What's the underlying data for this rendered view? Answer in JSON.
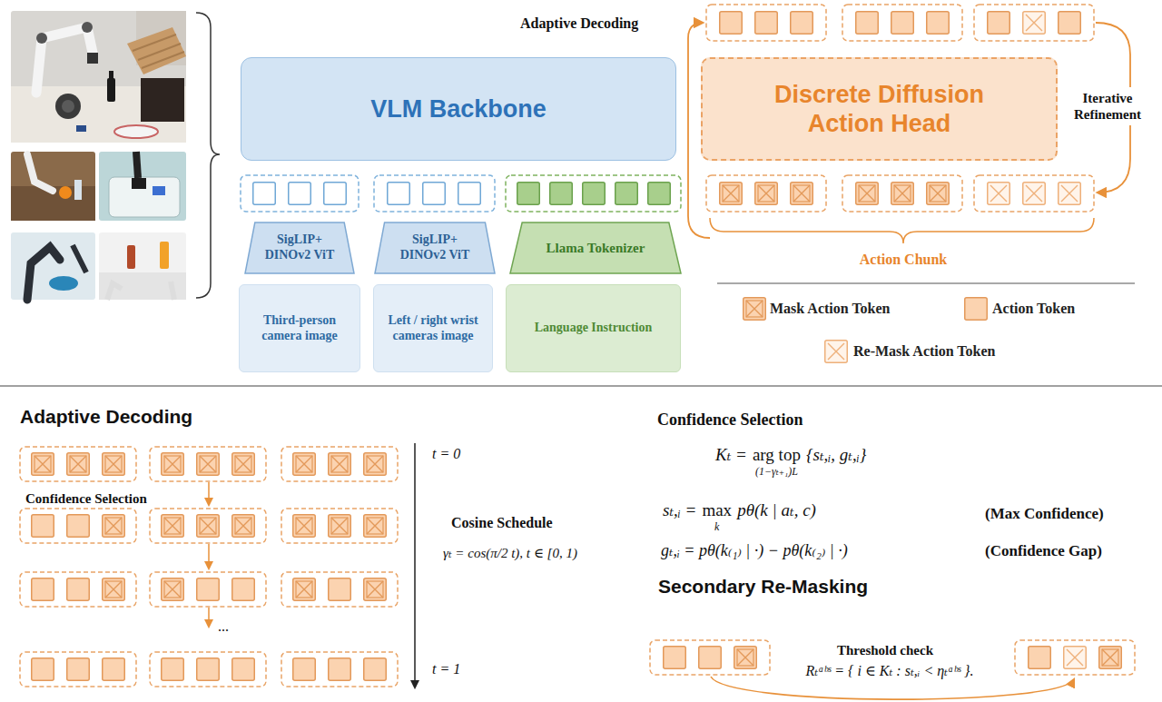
{
  "diagram": {
    "nodes": [
      {
        "text": [
          "VLM Backbone"
        ]
      },
      {
        "text": [
          "Discrete Diffusion Action Head"
        ]
      },
      {
        "text": [
          "SigLIP+ DINOv2 ViT"
        ]
      },
      {
        "text": [
          "SigLIP+ DINOv2 ViT"
        ]
      },
      {
        "text": [
          "Llama Tokenizer"
        ]
      },
      {
        "text": [
          "Third-person camera image"
        ]
      },
      {
        "text": [
          "Left / right wrist cameras image"
        ]
      },
      {
        "text": [
          "Language Instruction"
        ]
      }
    ],
    "labels": [
      "Adaptive Decoding",
      "Iterative Refinement",
      "Action Chunk",
      "Adaptive Decoding",
      "Confidence Selection",
      "...",
      "t = 0",
      "t = 1",
      "Cosine Schedule",
      "γₜ = cos(π/2 t), t ∈ [0, 1)",
      "Confidence Selection",
      "Kₜ =",
      "arg top",
      "(1−γₜ₊₁)L",
      "{sₜ,ᵢ, gₜ,ᵢ}",
      "sₜ,ᵢ =",
      "max",
      "k",
      "pθ(k | aₜ, c)",
      "(Max Confidence)",
      "gₜ,ᵢ = pθ(k₍₁₎ | ·) − pθ(k₍₂₎ | ·)",
      "(Confidence Gap)",
      "Secondary Re-Masking",
      "Threshold check",
      "Rₜᵃᵇˢ = { i ∈ Kₜ : sₜ,ᵢ < ηₜᵃᵇˢ }."
    ],
    "legend": [
      {
        "text": "Mask Action Token"
      },
      {
        "text": "Action Token"
      },
      {
        "text": "Re-Mask Action Token"
      }
    ]
  }
}
